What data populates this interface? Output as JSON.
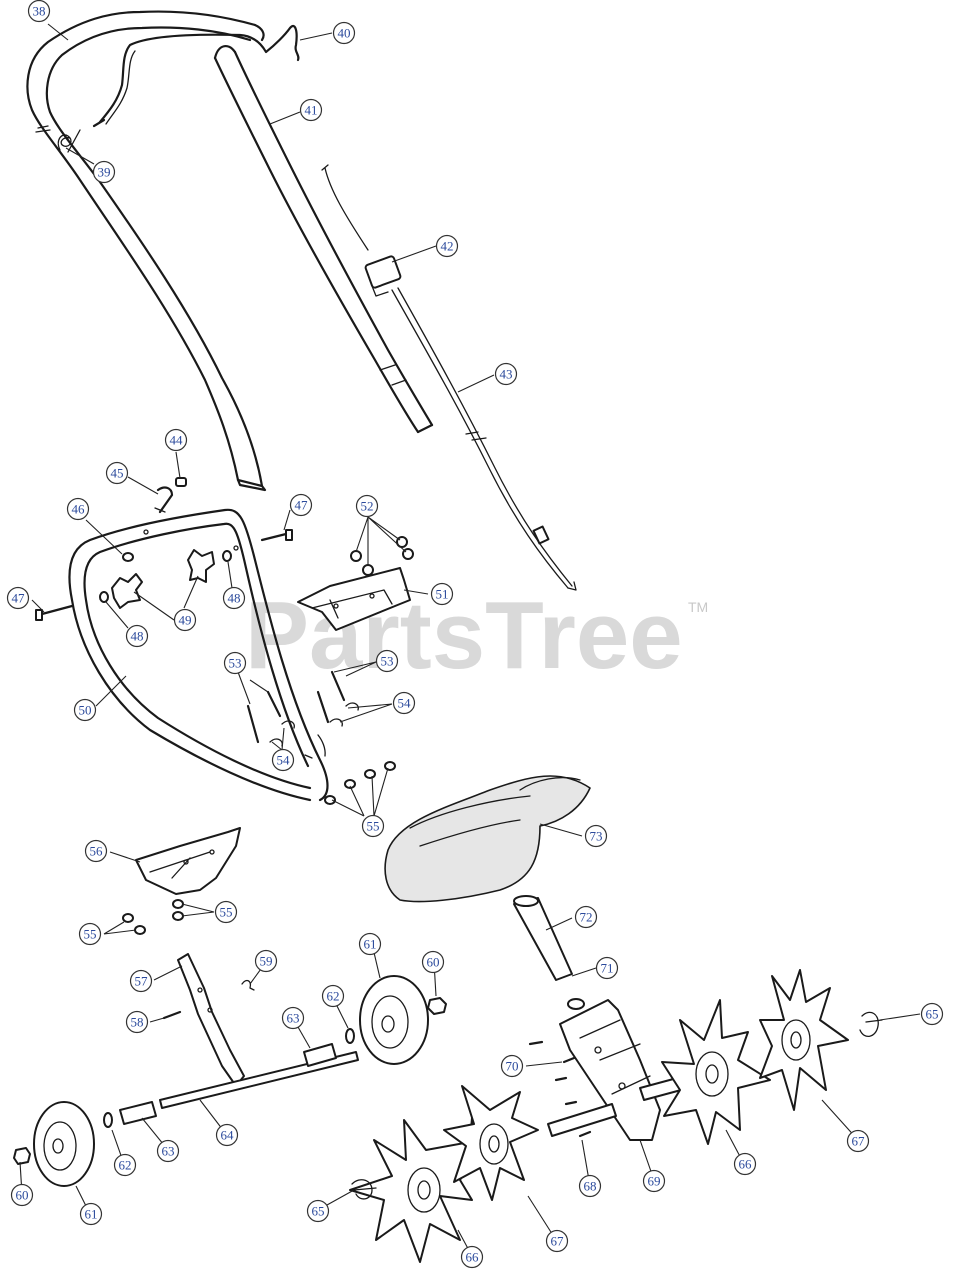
{
  "watermark": {
    "brand": "PartsTree",
    "trademark": "TM"
  },
  "callouts": [
    {
      "label": "38"
    },
    {
      "label": "40"
    },
    {
      "label": "41"
    },
    {
      "label": "39"
    },
    {
      "label": "42"
    },
    {
      "label": "43"
    },
    {
      "label": "44"
    },
    {
      "label": "45"
    },
    {
      "label": "47"
    },
    {
      "label": "46"
    },
    {
      "label": "52"
    },
    {
      "label": "47"
    },
    {
      "label": "48"
    },
    {
      "label": "51"
    },
    {
      "label": "48"
    },
    {
      "label": "49"
    },
    {
      "label": "53"
    },
    {
      "label": "53"
    },
    {
      "label": "50"
    },
    {
      "label": "54"
    },
    {
      "label": "54"
    },
    {
      "label": "55"
    },
    {
      "label": "73"
    },
    {
      "label": "56"
    },
    {
      "label": "55"
    },
    {
      "label": "55"
    },
    {
      "label": "72"
    },
    {
      "label": "61"
    },
    {
      "label": "60"
    },
    {
      "label": "59"
    },
    {
      "label": "71"
    },
    {
      "label": "57"
    },
    {
      "label": "62"
    },
    {
      "label": "65"
    },
    {
      "label": "58"
    },
    {
      "label": "63"
    },
    {
      "label": "70"
    },
    {
      "label": "64"
    },
    {
      "label": "62"
    },
    {
      "label": "63"
    },
    {
      "label": "60"
    },
    {
      "label": "61"
    },
    {
      "label": "66"
    },
    {
      "label": "67"
    },
    {
      "label": "68"
    },
    {
      "label": "69"
    },
    {
      "label": "65"
    },
    {
      "label": "67"
    },
    {
      "label": "66"
    }
  ]
}
